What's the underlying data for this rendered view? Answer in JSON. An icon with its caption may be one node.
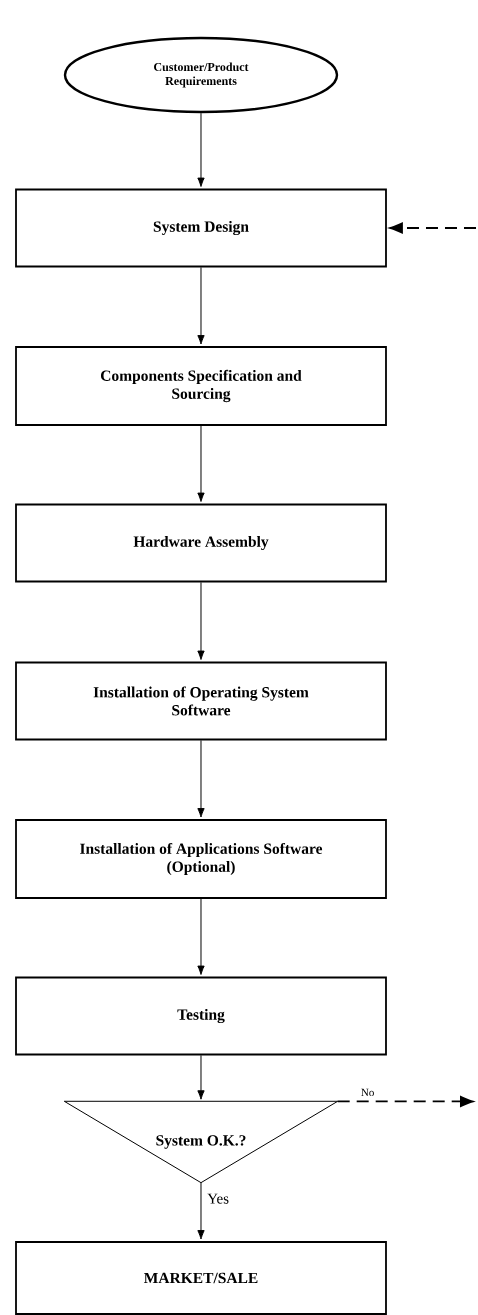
{
  "diagram": {
    "nodes": [
      {
        "text": [
          "Customer/Product Requirements"
        ]
      },
      {
        "text": [
          "System Design"
        ]
      },
      {
        "text": [
          "Components Specification and Sourcing"
        ]
      },
      {
        "text": [
          "Hardware Assembly"
        ]
      },
      {
        "text": [
          "Installation of Operating System Software"
        ]
      },
      {
        "text": [
          "Installation of Applications Software (Optional)"
        ]
      },
      {
        "text": [
          "Testing"
        ]
      },
      {
        "text": [
          "System O.K.?"
        ]
      },
      {
        "text": [
          "MARKET/SALE"
        ]
      }
    ],
    "edges": [
      {
        "from": 0,
        "to": 1,
        "arrow": "to"
      },
      {
        "from": 1,
        "to": 2,
        "arrow": "to"
      },
      {
        "from": 2,
        "to": 3,
        "arrow": "to"
      },
      {
        "from": 3,
        "to": 4,
        "arrow": "to"
      },
      {
        "from": 4,
        "to": 5,
        "arrow": "to"
      },
      {
        "from": 5,
        "to": 6,
        "arrow": "to"
      },
      {
        "from": 6,
        "to": 7,
        "arrow": "to"
      },
      {
        "from": 7,
        "to": 8,
        "arrow": "to",
        "label": "Yes"
      },
      {
        "from": 7,
        "to": null,
        "arrow": "to",
        "label": "No",
        "style": "dashed"
      },
      {
        "from": null,
        "to": 1,
        "arrow": "to",
        "style": "dashed"
      }
    ]
  }
}
